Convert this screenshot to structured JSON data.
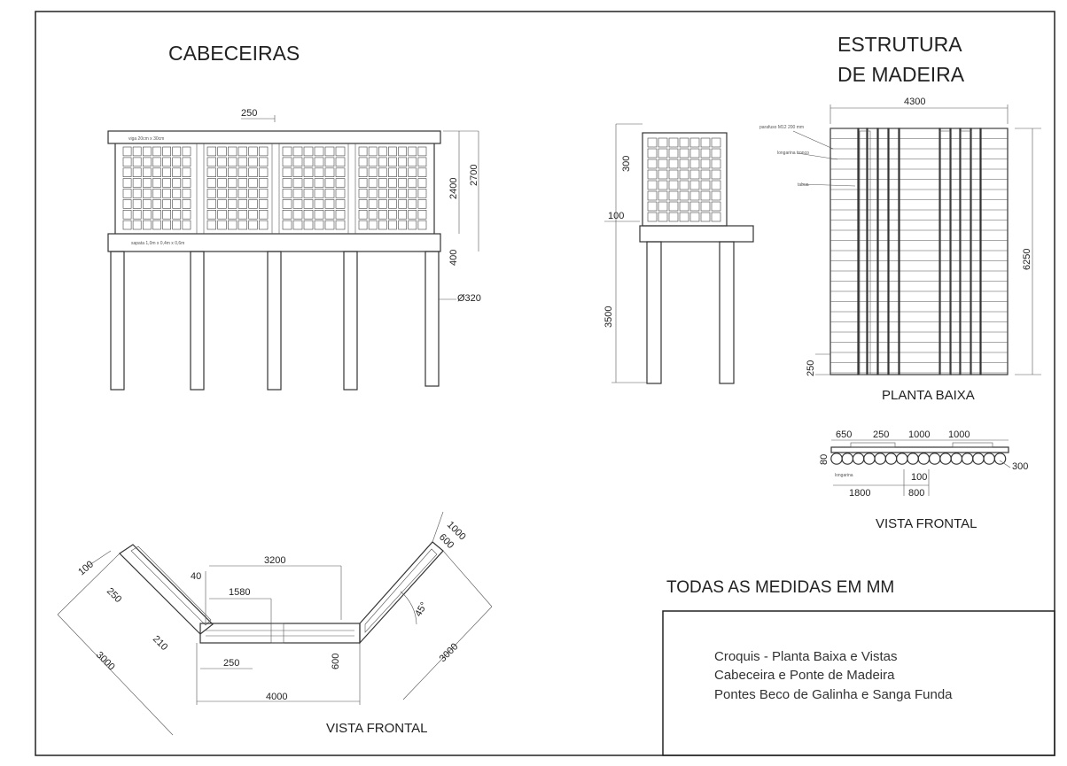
{
  "titles": {
    "cabeceiras": "CABECEIRAS",
    "estrutura_line1": "ESTRUTURA",
    "estrutura_line2": "DE MADEIRA",
    "planta_baixa": "PLANTA BAIXA",
    "vista_frontal_right": "VISTA FRONTAL",
    "vista_frontal_bottom": "VISTA FRONTAL",
    "todas_medidas": "TODAS AS MEDIDAS EM MM"
  },
  "title_block": {
    "line1": "Croquis - Planta Baixa e Vistas",
    "line2": "Cabeceira e Ponte de Madeira",
    "line3": "Pontes Beco de Galinha e Sanga Funda"
  },
  "cabeceiras": {
    "dim_250": "250",
    "dim_2400": "2400",
    "dim_2700": "2700",
    "dim_400": "400",
    "dim_diameter": "Ø320"
  },
  "side_view": {
    "dim_300": "300",
    "dim_100": "100",
    "dim_3500": "3500"
  },
  "planta": {
    "dim_4300": "4300",
    "dim_6250": "6250",
    "dim_250": "250"
  },
  "vista_frontal_right": {
    "dim_650": "650",
    "dim_250": "250",
    "dim_1000a": "1000",
    "dim_1000b": "1000",
    "dim_80": "80",
    "dim_300": "300",
    "dim_100": "100",
    "dim_1800": "1800",
    "dim_800": "800"
  },
  "vista_frontal_bottom": {
    "dim_100": "100",
    "dim_250_left": "250",
    "dim_3000_left": "3000",
    "dim_210": "210",
    "dim_40": "40",
    "dim_3200": "3200",
    "dim_1580": "1580",
    "dim_250_bottom": "250",
    "dim_600_mid": "600",
    "dim_4000": "4000",
    "dim_1000": "1000",
    "dim_600_right": "600",
    "dim_45": "45°",
    "dim_3000_right": "3000"
  }
}
